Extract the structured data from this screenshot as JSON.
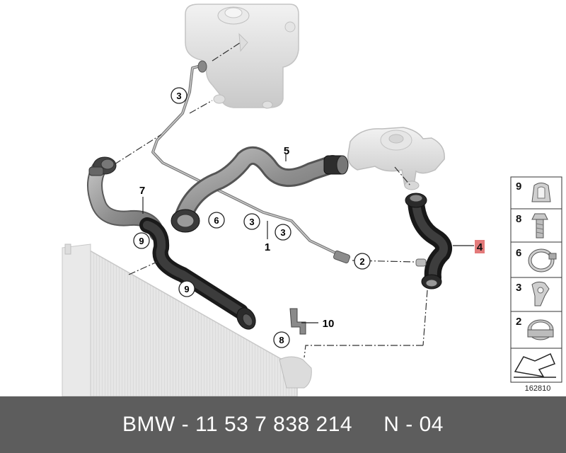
{
  "diagram": {
    "id_label": "162810",
    "accent_color": "#d9534f",
    "callouts": {
      "c1": "1",
      "c2": "2",
      "c3a": "3",
      "c3b": "3",
      "c3c": "3",
      "c4": "4",
      "c5": "5",
      "c6": "6",
      "c7": "7",
      "c8": "8",
      "c9a": "9",
      "c9b": "9",
      "c10": "10"
    },
    "legend": [
      {
        "number": "9",
        "icon": "hose-clip-icon"
      },
      {
        "number": "8",
        "icon": "bolt-icon"
      },
      {
        "number": "6",
        "icon": "clamp-icon"
      },
      {
        "number": "3",
        "icon": "retainer-clip-icon"
      },
      {
        "number": "2",
        "icon": "band-clamp-icon"
      },
      {
        "number": "",
        "icon": "arrow-wedge-icon"
      }
    ]
  },
  "footer": {
    "part_label": "BMW - 11 53 7 838 214",
    "variant_label": "N - 04"
  }
}
